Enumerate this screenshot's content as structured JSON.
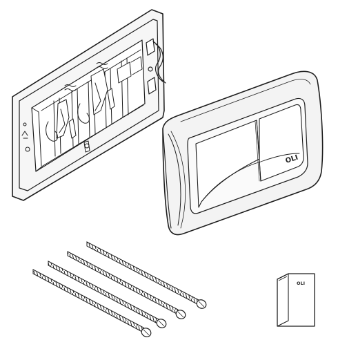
{
  "brand_logo_plate": "OLI",
  "brand_logo_booklet": "OLI",
  "items": [
    {
      "name": "frame"
    },
    {
      "name": "push-plate"
    },
    {
      "name": "threaded-rods",
      "count": 4
    },
    {
      "name": "instruction-booklet"
    }
  ],
  "colors": {
    "line": "#1e1e1e",
    "plate_fill": "#f3f3f3",
    "frame_fill": "#f6f6f6"
  }
}
